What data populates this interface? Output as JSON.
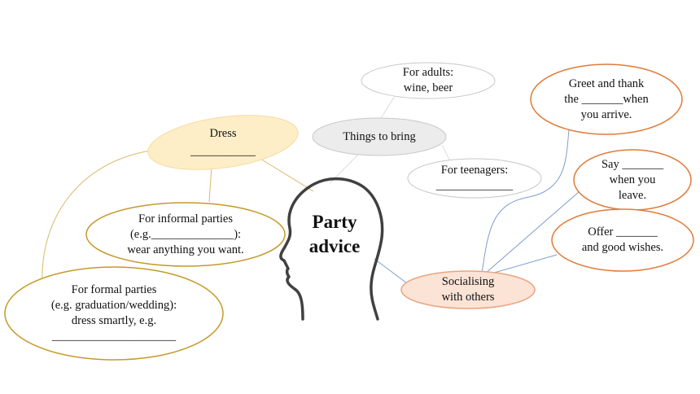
{
  "title": {
    "line1": "Party",
    "line2": "advice"
  },
  "colors": {
    "dress_fill": "#fdeec8",
    "gold_border": "#c49a2a",
    "orange_border": "#e07b3a",
    "social_fill": "#fbe3d6",
    "gray_fill": "#ececec",
    "gray_border": "#c8c8c8",
    "blue_line": "#7f9dcf",
    "head_stroke": "#404040"
  },
  "dress": {
    "label": "Dress",
    "blank": "___________",
    "informal": {
      "line1": "For informal parties",
      "line2": "(e.g.______________):",
      "line3": "wear anything you want."
    },
    "formal": {
      "line1": "For formal parties",
      "line2": "(e.g. graduation/wedding):",
      "line3": "dress smartly, e.g.",
      "line4": "_____________________"
    }
  },
  "things": {
    "label": "Things to bring",
    "adults": {
      "line1": "For adults:",
      "line2": "wine, beer"
    },
    "teens": {
      "line1": "For teenagers:",
      "line2": "_____________"
    }
  },
  "social": {
    "line1": "Socialising",
    "line2": "with others",
    "greet": {
      "line1": "Greet and thank",
      "line2": "the _______when",
      "line3": "you arrive."
    },
    "say": {
      "line1": "Say _______",
      "line2": "when you",
      "line3": "leave."
    },
    "offer": {
      "line1": "Offer _______",
      "line2": "and good wishes."
    }
  }
}
